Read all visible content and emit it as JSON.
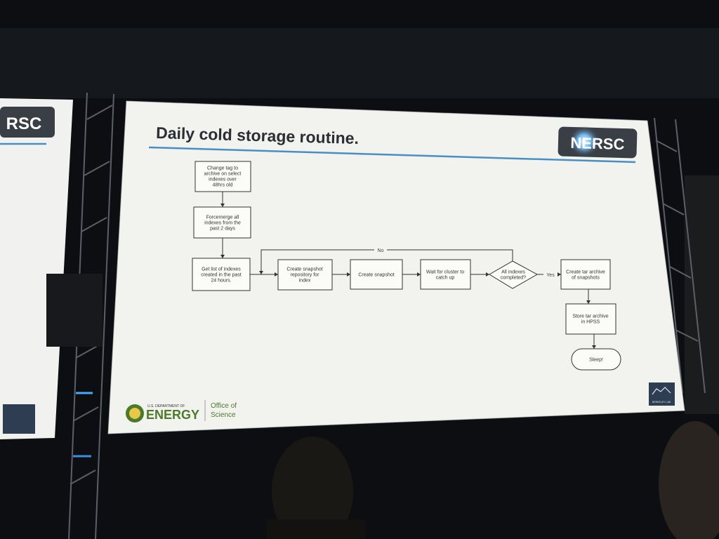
{
  "slide": {
    "title": "Daily cold storage routine.",
    "logo_text": "NERSC",
    "left_logo_fragment": "RSC",
    "footer_doe_small": "U.S. DEPARTMENT OF",
    "footer_doe_big": "ENERGY",
    "footer_office_line1": "Office of",
    "footer_office_line2": "Science",
    "berkeley_lab": "BERKELEY LAB"
  },
  "flowchart": {
    "nodes": [
      {
        "id": "tag",
        "lines": [
          "Change tag to",
          "archive on select",
          "indexes over",
          "48hrs old"
        ]
      },
      {
        "id": "merge",
        "lines": [
          "Forcemerge all",
          "indexes from the",
          "past 2 days"
        ]
      },
      {
        "id": "list",
        "lines": [
          "Get list of indexes",
          "created in the past",
          "24 hours."
        ]
      },
      {
        "id": "repo",
        "lines": [
          "Create snapshot",
          "repository for",
          "index"
        ]
      },
      {
        "id": "snap",
        "lines": [
          "Create snapshot"
        ]
      },
      {
        "id": "wait",
        "lines": [
          "Wait for cluster to",
          "catch up"
        ]
      },
      {
        "id": "check",
        "lines": [
          "All indexes",
          "completed?"
        ]
      },
      {
        "id": "tar",
        "lines": [
          "Create tar archive",
          "of snapshots"
        ]
      },
      {
        "id": "hpss",
        "lines": [
          "Store tar archive",
          "in HPSS"
        ]
      },
      {
        "id": "sleep",
        "lines": [
          "Sleep!"
        ]
      }
    ],
    "edge_labels": {
      "no": "No",
      "yes": "Yes"
    }
  },
  "colors": {
    "slide_bg": "#f3f3ef",
    "title": "#2b2f35",
    "rule": "#4a8fc4",
    "logo_bg": "#3a3f46",
    "energy_green": "#4c7a2b"
  }
}
